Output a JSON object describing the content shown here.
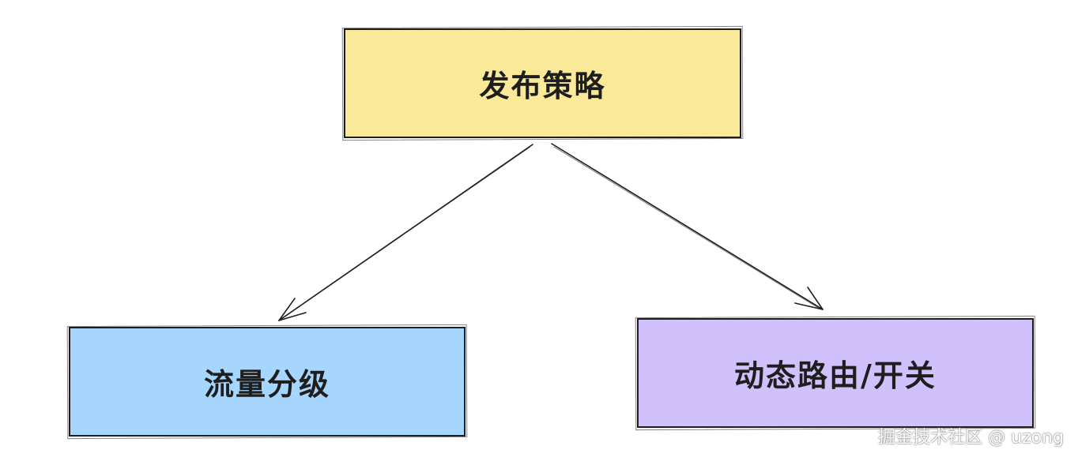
{
  "diagram": {
    "nodes": {
      "top": {
        "label": "发布策略",
        "color": "#fbe99a"
      },
      "left": {
        "label": "流量分级",
        "color": "#a6d6fd"
      },
      "right": {
        "label": "动态路由/开关",
        "color": "#d0c0fb"
      }
    },
    "edges": [
      {
        "from": "top",
        "to": "left"
      },
      {
        "from": "top",
        "to": "right"
      }
    ]
  },
  "watermark": "掘金技术社区 @ uzong"
}
